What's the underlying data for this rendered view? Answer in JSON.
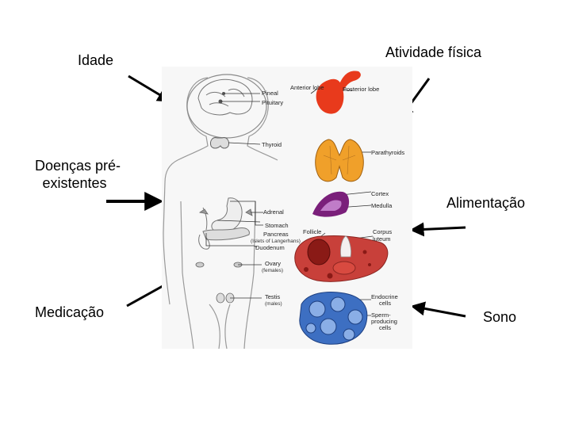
{
  "factors": {
    "idade": "Idade",
    "atividade": "Atividade física",
    "doencas_line1": "Doenças pré-",
    "doencas_line2": "existentes",
    "alimentacao": "Alimentação",
    "medicacao": "Medicação",
    "sono": "Sono"
  },
  "body_labels": {
    "pineal": "Pineal",
    "pituitary": "Pituitary",
    "thyroid": "Thyroid",
    "adrenal": "Adrenal",
    "stomach": "Stomach",
    "pancreas": "Pancreas",
    "islets": "(Islets of Langerhans)",
    "duodenum": "Duodenum",
    "ovary": "Ovary",
    "females": "(females)",
    "testis": "Testis",
    "males": "(males)"
  },
  "organ_labels": {
    "anterior_lobe": "Anterior lobe",
    "posterior_lobe": "Posterior lobe",
    "parathyroids": "Parathyroids",
    "cortex": "Cortex",
    "medulla": "Medulla",
    "follicle": "Follicle",
    "corpus": "Corpus",
    "luteum": "luteum",
    "endocrine": "Endocrine",
    "cells_1": "cells",
    "sperm": "Sperm-",
    "producing": "producing",
    "cells_2": "cells"
  },
  "colors": {
    "pituitary": "#e83a1c",
    "thyroid": "#f0a02a",
    "adrenal_outer": "#7a1f7a",
    "adrenal_inner": "#c07cc8",
    "ovary": "#c8403a",
    "testis": "#3d6fc2"
  }
}
